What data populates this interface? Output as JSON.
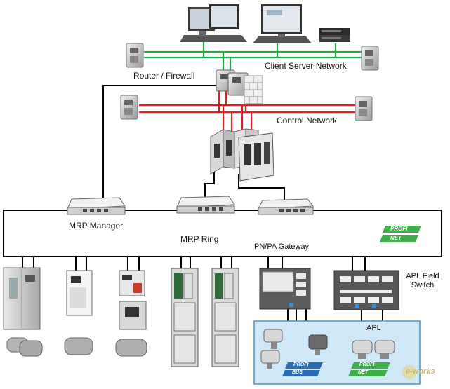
{
  "labels": {
    "router_firewall": "Router / Firewall",
    "client_server_network": "Client Server Network",
    "control_network": "Control Network",
    "mrp_manager": "MRP Manager",
    "mrp_ring": "MRP Ring",
    "pn_pa_gateway": "PN/PA Gateway",
    "apl_field_switch_line1": "APL Field",
    "apl_field_switch_line2": "Switch",
    "apl": "APL",
    "profinet_logo_top": "PROFI",
    "profinet_logo_bottom": "NET",
    "profibus_logo_top": "PROFI",
    "profibus_logo_bottom": "BUS",
    "watermark": "e-works"
  },
  "colors": {
    "client_network_line": "#22aa44",
    "control_network_line": "#e02020",
    "ring_line": "#000000",
    "apl_box_fill": "#cfe8f7",
    "apl_box_border": "#4a8fc0",
    "profinet_green": "#3fae49",
    "profibus_blue": "#2a6cb4",
    "watermark": "#d4c89a"
  }
}
